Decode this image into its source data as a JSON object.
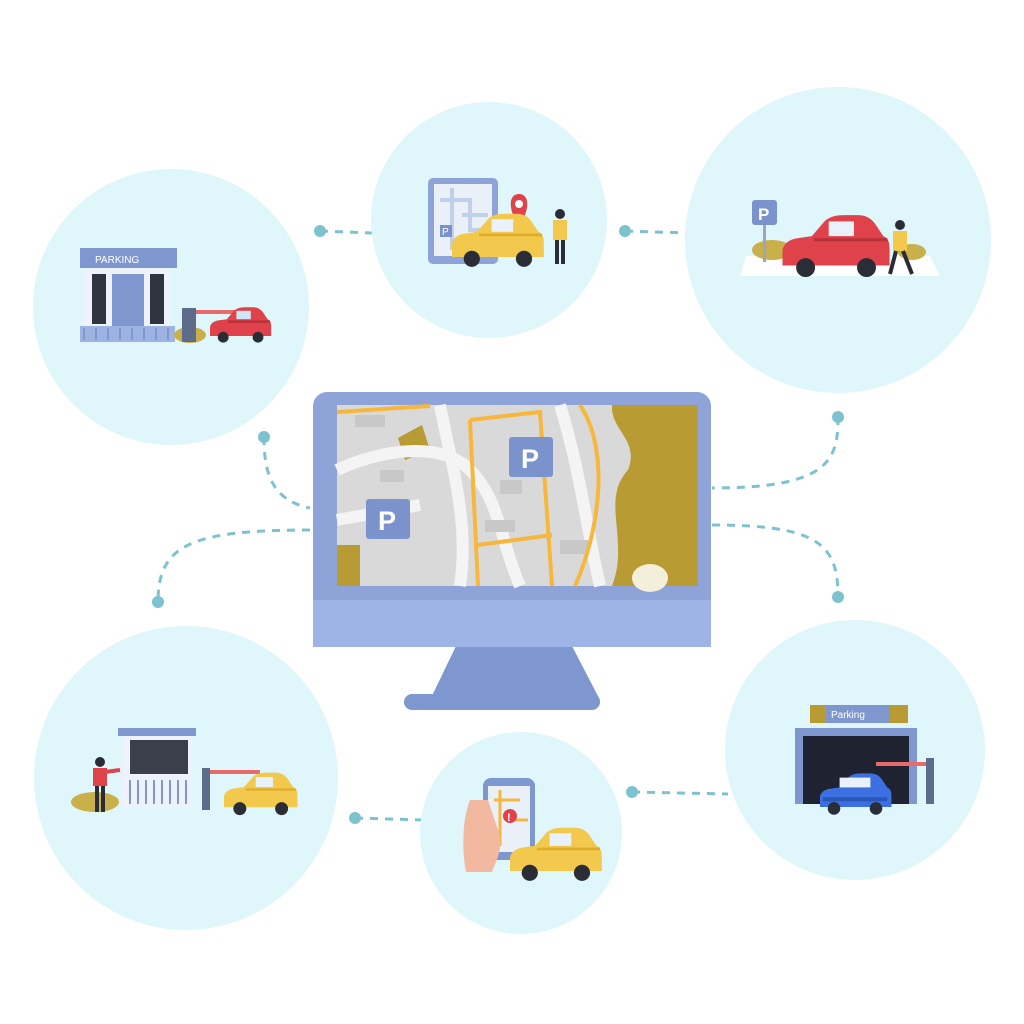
{
  "colors": {
    "background": "#ffffff",
    "bubble": "#dff6fb",
    "connector": "#7cc3cf",
    "monitor_frame": "#8ea4d8",
    "monitor_stand": "#7f97cf",
    "map_road": "#f4f4f4",
    "map_route": "#f6b73c",
    "map_park": "#b89b33",
    "parking_sign": "#7b93cc",
    "taxi": "#f2c94c",
    "red_car": "#e0424b",
    "blue_car": "#3c6fe0"
  },
  "labels": {
    "building_sign": "PARKING",
    "garage_sign": "Parking",
    "parking_symbol": "P",
    "alert_symbol": "!"
  },
  "scenes": [
    {
      "name": "parking-building-scene",
      "icons": [
        "building-icon",
        "barrier-gate-icon",
        "red-car-icon"
      ]
    },
    {
      "name": "map-navigation-scene",
      "icons": [
        "tablet-map-icon",
        "location-pin-icon",
        "taxi-icon",
        "person-icon"
      ]
    },
    {
      "name": "street-parking-scene",
      "icons": [
        "parking-sign-icon",
        "red-car-icon",
        "person-icon"
      ]
    },
    {
      "name": "central-monitor",
      "icons": [
        "map-icon",
        "parking-marker-icon"
      ]
    },
    {
      "name": "ticket-booth-scene",
      "icons": [
        "booth-icon",
        "attendant-icon",
        "barrier-gate-icon",
        "yellow-car-icon"
      ]
    },
    {
      "name": "mobile-app-scene",
      "icons": [
        "smartphone-icon",
        "alert-icon",
        "taxi-icon"
      ]
    },
    {
      "name": "garage-entrance-scene",
      "icons": [
        "garage-icon",
        "barrier-gate-icon",
        "blue-car-icon"
      ]
    }
  ]
}
